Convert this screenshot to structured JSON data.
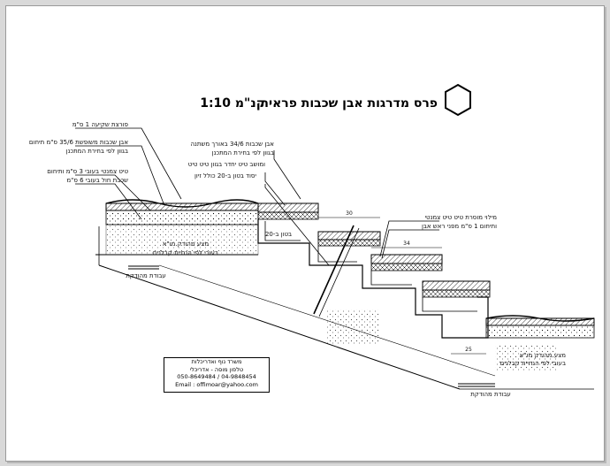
{
  "title": {
    "main": "פרס מדרגות אבן שכבות פראית",
    "scale": "קנ\"מ 1:10"
  },
  "labels_left": [
    "פורצת שקיעה 1 ס\"מ",
    "אבן שכבות משופשת 35/6 ס\"מ תיחום",
    "בגוון לפי בחירת המתכנן",
    "טיט צמנטי בעובי 3 ס\"מ ותיחום",
    "שכבת חול בעובי 6 ס\"מ"
  ],
  "labels_top": [
    "אבן שכבות 34/6 באורך משתנה",
    "בגוון לפי בחירת המתכנן",
    "ומושב טיט יחדר בגוון טיט טיט",
    "יסוד בטון ב-20 כולל זיון"
  ],
  "labels_right": [
    "מילוי מוסרת טיט טיט צמנטי",
    "ותיחום 1 ס\"מ מפני ראש אבן"
  ],
  "label_concrete": "בטון ב-20",
  "label_fill": [
    "מצע מהודק מו\"א",
    "בעובי לפי הנחיית קבלנים"
  ],
  "label_soil": "עבודת מהודקת",
  "label_fill_right": [
    "מצע מהודק מו\"א",
    "בעובי לפי הנחיית קבלנים"
  ],
  "label_soil_right": "עבודת מהודקת",
  "dims": {
    "riser": "30",
    "tread": "34",
    "foot": "25"
  },
  "stamp": {
    "line1": "משרד נוף ואדריכלות",
    "line2": "טלפון מוסה - אדריכלי",
    "line3": "050-8649484 / 04-9848454",
    "line4": "Email : offimoar@yahoo.com"
  },
  "colors": {
    "line": "#000000",
    "sheet": "#ffffff",
    "frame": "#d9d9d9"
  }
}
